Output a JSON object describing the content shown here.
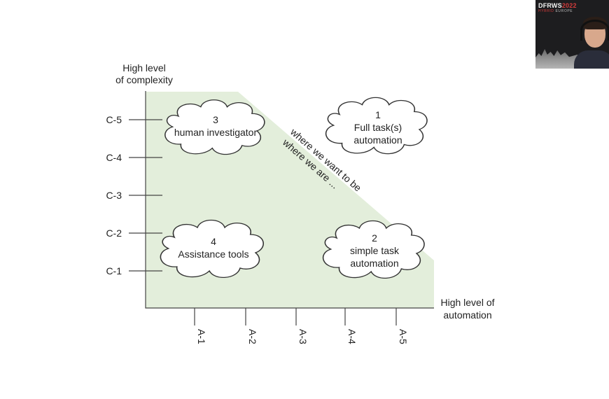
{
  "slide": {
    "y_axis_title_line1": "High level",
    "y_axis_title_line2": "of complexity",
    "x_axis_title_line1": "High level of",
    "x_axis_title_line2": "automation",
    "y_ticks": [
      "C-5",
      "C-4",
      "C-3",
      "C-2",
      "C-1"
    ],
    "x_ticks": [
      "A-1",
      "A-2",
      "A-3",
      "A-4",
      "A-5"
    ],
    "diagonal_label_upper": "where we want to be",
    "diagonal_label_lower": "where we are ...",
    "region_color": "#e3eedb",
    "clouds": [
      {
        "number": "3",
        "line1": "human investigator",
        "line2": ""
      },
      {
        "number": "1",
        "line1": "Full task(s)",
        "line2": "automation"
      },
      {
        "number": "4",
        "line1": "Assistance tools",
        "line2": ""
      },
      {
        "number": "2",
        "line1": "simple task",
        "line2": "automation"
      }
    ]
  },
  "webcam": {
    "logo_text": "DFRWS",
    "logo_year": "2022",
    "logo_sub_a": "HYBRID",
    "logo_sub_b": "EUROPE"
  }
}
